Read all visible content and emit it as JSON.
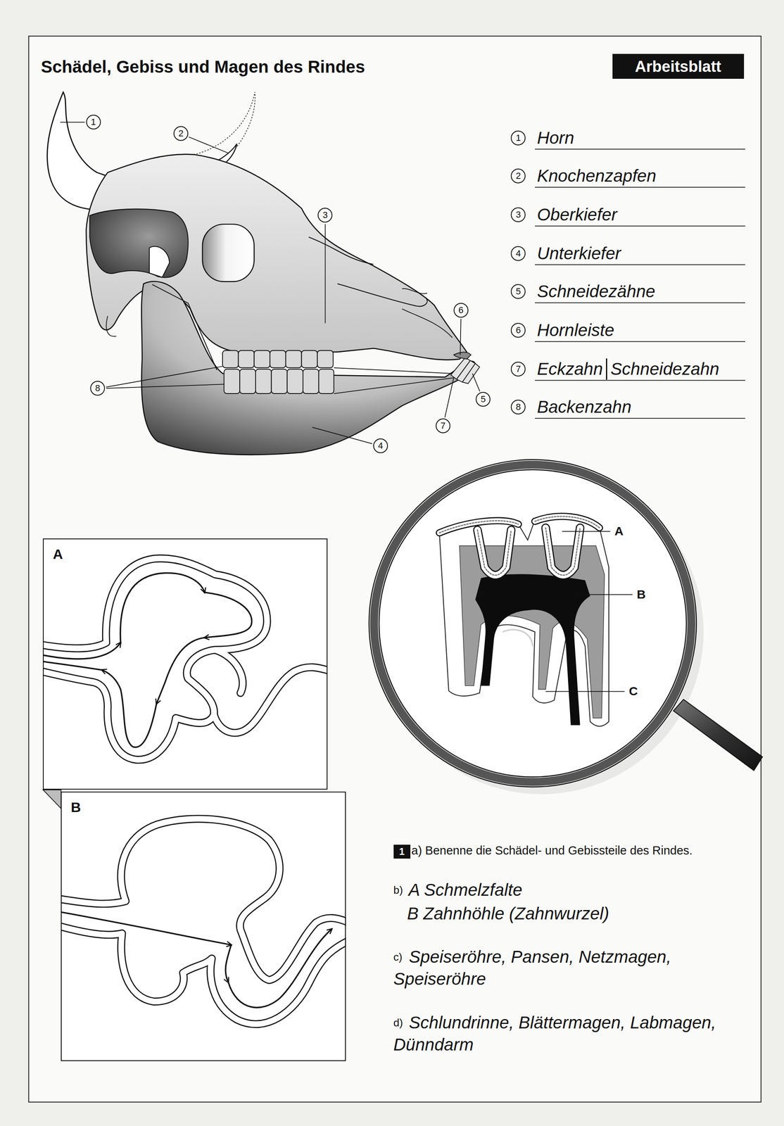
{
  "diagram": {
    "title": "Schädel, Gebiss und Magen des Rindes",
    "nodes": [
      {
        "text": [
          "Arbeitsblatt"
        ]
      },
      {
        "text": [
          "A"
        ]
      },
      {
        "text": [
          "B"
        ]
      },
      {
        "text": [
          "1"
        ]
      }
    ],
    "labels": [
      "1",
      "2",
      "3",
      "4",
      "5",
      "6",
      "7",
      "8",
      "1",
      "Horn",
      "2",
      "Knochenzapfen",
      "3",
      "Oberkiefer",
      "4",
      "Unterkiefer",
      "5",
      "Schneidezähne",
      "6",
      "Hornleiste",
      "7",
      "Eckzahn",
      "Schneidezahn",
      "8",
      "Backenzahn",
      "A",
      "B",
      "C",
      "a) Benenne die Schädel- und Gebissteile des Rindes.",
      "b)",
      "A Schmelzfalte",
      "B Zahnhöhle (Zahnwurzel)",
      "c)",
      "Speiseröhre, Pansen, Netzmagen, Speiseröhre",
      "d)",
      "Schlundrinne, Blättermagen, Labmagen, Dünndarm"
    ]
  }
}
